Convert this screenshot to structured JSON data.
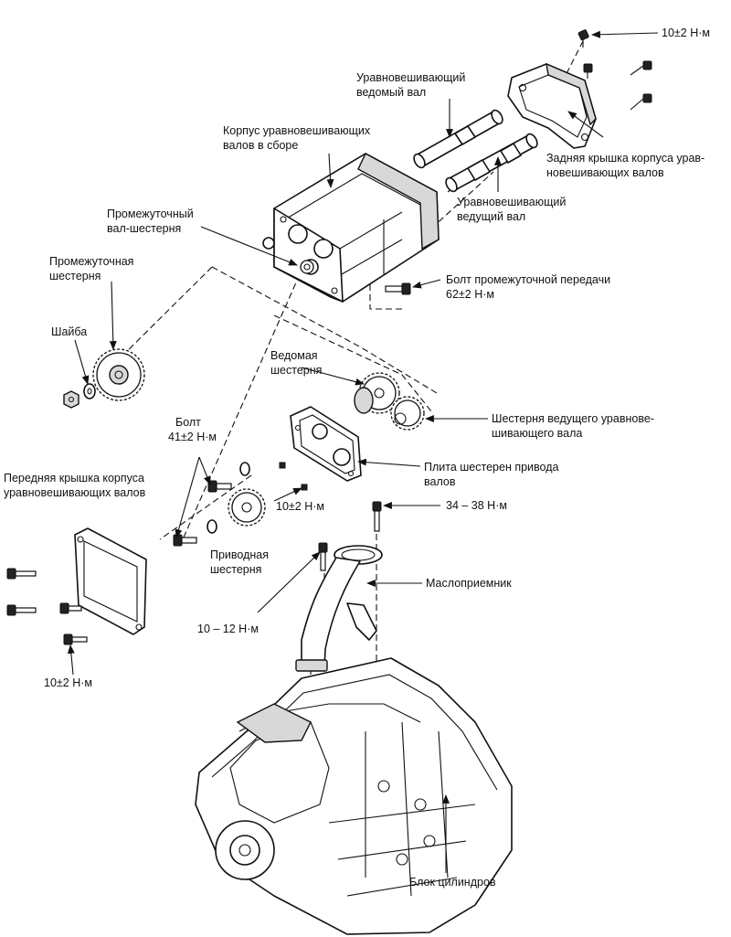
{
  "labels": {
    "torque_rear_cover_bolt": "10±2 Н·м",
    "driven_shaft": [
      "Уравновешивающий",
      "ведомый вал"
    ],
    "housing_assembly": [
      "Корпус уравновешивающих",
      "валов в сборе"
    ],
    "rear_cover": [
      "Задняя крышка корпуса урав-",
      "новешивающих валов"
    ],
    "drive_shaft": [
      "Уравновешивающий",
      "ведущий вал"
    ],
    "idler_shaft_gear": [
      "Промежуточный",
      "вал-шестерня"
    ],
    "idler_gear": [
      "Промежуточная",
      "шестерня"
    ],
    "idler_bolt": [
      "Болт промежуточной передачи",
      "62±2 Н·м"
    ],
    "washer": "Шайба",
    "driven_gear": [
      "Ведомая",
      "шестерня"
    ],
    "drive_balancer_gear": [
      "Шестерня ведущего уравнове-",
      "шивающего вала"
    ],
    "bolt": [
      "Болт",
      "41±2 Н·м"
    ],
    "gear_plate": [
      "Плита шестерен привода",
      "валов"
    ],
    "front_cover": [
      "Передняя крышка корпуса",
      "уравновешивающих валов"
    ],
    "torque_plate_bolt": "10±2 Н·м",
    "torque_oil_pickup_bolt": "34 – 38 Н·м",
    "drive_gear": [
      "Приводная",
      "шестерня"
    ],
    "oil_pickup": "Маслоприемник",
    "torque_pickup_flange": "10 – 12 Н·м",
    "torque_front_cover_bolt": "10±2 Н·м",
    "cylinder_block": "Блок цилиндров"
  }
}
